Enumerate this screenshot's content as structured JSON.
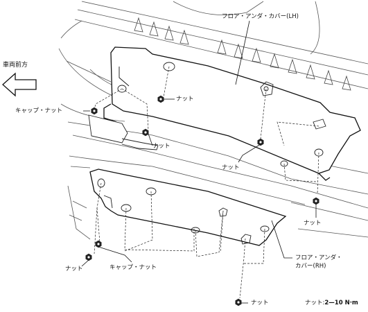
{
  "labels": {
    "front_of_vehicle": "車両前方",
    "cover_lh": "フロア・アンダ・カバー(LH)",
    "cover_rh_line1": "フロア・アンダ・",
    "cover_rh_line2": "カバー(RH)",
    "nut": "ナット",
    "cap_nut": "キャップ・ナット",
    "torque_prefix": "ナット:",
    "torque_value": "2—10 N·m"
  }
}
